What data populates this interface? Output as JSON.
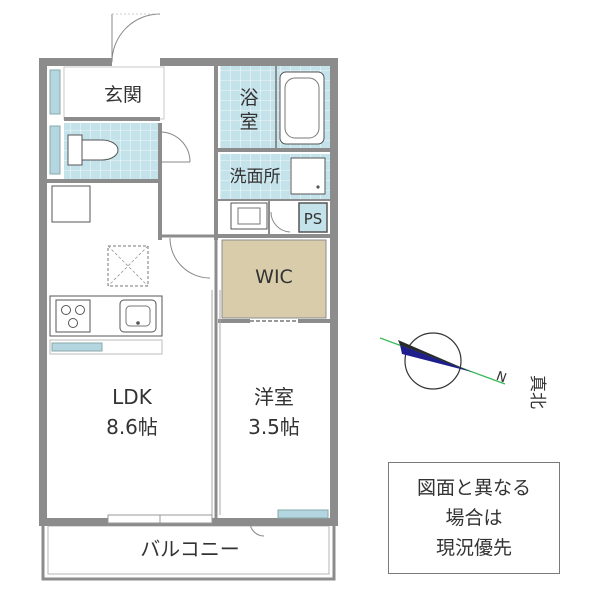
{
  "rooms": {
    "genkan": "玄関",
    "bath_top": "浴",
    "bath_bottom": "室",
    "washroom": "洗面所",
    "ps": "PS",
    "wic": "WIC",
    "ldk_name": "LDK",
    "ldk_size": "8.6帖",
    "western_name": "洋室",
    "western_size": "3.5帖",
    "balcony": "バルコニー"
  },
  "compass": {
    "north_label": "N",
    "direction_label": "真北"
  },
  "notice": {
    "line1": "図面と異なる",
    "line2": "場合は",
    "line3": "現況優先"
  },
  "colors": {
    "wall": "#8c8c8c",
    "wet_area": "#c4e2ea",
    "wic_fill": "#d9ccab",
    "window": "#b4d6e0",
    "compass_green": "#37b85a",
    "compass_blue": "#1e1e8c"
  }
}
